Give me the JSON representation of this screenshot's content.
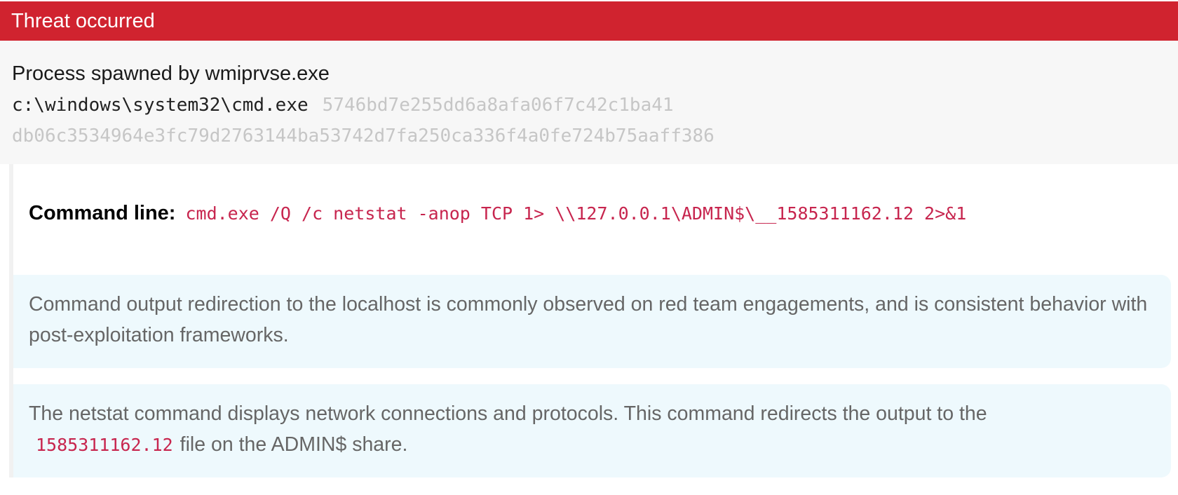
{
  "header": {
    "title": "Threat occurred",
    "color": "#d0232f"
  },
  "process": {
    "title": "Process spawned by wmiprvse.exe",
    "path": "c:\\windows\\system32\\cmd.exe",
    "md5": "5746bd7e255dd6a8afa06f7c42c1ba41",
    "sha256": "db06c3534964e3fc79d2763144ba53742d7fa250ca336f4a0fe724b75aaff386"
  },
  "command": {
    "label": "Command line:",
    "value": "cmd.exe /Q /c netstat -anop TCP 1> \\\\127.0.0.1\\ADMIN$\\__1585311162.12 2>&1"
  },
  "explanations": [
    {
      "text": "Command output redirection to the localhost is commonly observed on red team engagements, and is consistent behavior with post-exploitation frameworks."
    },
    {
      "text_before": "The netstat command displays network connections and protocols. This command redirects the output to the",
      "code": "1585311162.12",
      "text_after": "file on the ADMIN$ share."
    }
  ],
  "colors": {
    "accent_code": "#c7254e",
    "callout_bg": "#eef9fd",
    "panel_bg": "#f7f7f7"
  }
}
